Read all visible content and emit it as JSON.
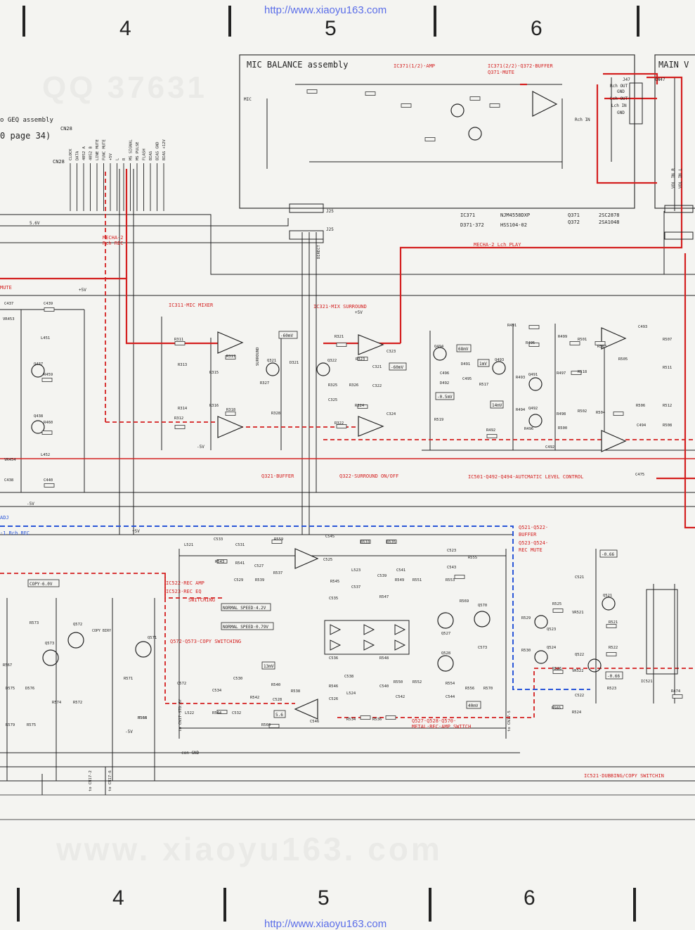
{
  "watermarks": {
    "top_url": "http://www.xiaoyu163.com",
    "bottom_url": "http://www.xiaoyu163.com",
    "bg_top": "QQ 37631",
    "bg_bottom": "www. xiaoyu163. com"
  },
  "grid": {
    "top": [
      "4",
      "5",
      "6"
    ],
    "bottom": [
      "4",
      "5",
      "6"
    ]
  },
  "blocks": {
    "mic_balance_title": "MIC BALANCE assembly",
    "main_title": "MAIN V",
    "geq_assembly": "o GEQ assembly",
    "geq_page": "0 page 34)",
    "cn28": "CN28"
  },
  "cn28_pins": [
    "CLOCK",
    "DATA",
    "4052 A",
    "4052 B",
    "LINE MUTE",
    "FUNC MUTE",
    "+5V",
    "L",
    "R",
    "MS SIGNAL",
    "MS PULSE",
    "FLASH",
    "BIAS",
    "BIAS GND",
    "BIAS +12V"
  ],
  "red_labels": {
    "ic371_amp": "IC371(1/2)·AMP",
    "ic371_buffer": "IC371(2/2)·Q372·BUFFER",
    "q371_mute": "Q371·MUTE",
    "mecha2_rch": "MECHA-2",
    "rch_rec": "Rch REC",
    "mecha2_lch": "MECHA-2 Lch PLAY",
    "mute": "MUTE",
    "ic311": "IC311·MIC MIXER",
    "ic321": "IC321·MIX SURROUND",
    "q321": "Q321·BUFFER",
    "q322": "Q322·SURROUND ON/OFF",
    "ic501": "IC501·Q492-Q494·AUTCMATIC LEVEL CONTROL",
    "q521": "Q521·Q522·",
    "buffer": "BUFFER",
    "q523": "Q523·Q524·",
    "rec_mute": "REC MUTE",
    "ic522": "IC522·REC AMP",
    "ic523": "IC523·REC EQ",
    "switching": "SWITCHING",
    "q572": "Q572·Q573·COPY SWITCHING",
    "q527": "Q527·Q528·Q570·",
    "metal": "METAL·REC·AMP SWITCH",
    "ic521": "IC521·DUBBING/COPY SWITCHIN"
  },
  "blue_labels": {
    "adj": "ADJ",
    "rch_rec": "-1 Rch REC"
  },
  "parts": {
    "ic371_part": "IC371",
    "ic371_num": "NJM4558DXP",
    "d371": "D371·372",
    "d371_num": "HSS104-02",
    "q371": "Q371",
    "q371_num": "2SC2878",
    "q372": "Q372",
    "q372_num": "2SA1048"
  },
  "boxes": {
    "v60": "-60mV",
    "v60b": "-60mV",
    "v68": "68mV",
    "v1": "1mV",
    "v05": "-0.5mV",
    "v14": "14mV",
    "v13": "13mV",
    "v40": "40mV",
    "copy6": "COPY·6.0V",
    "normal42": "NORMAL SPEED·4.2V",
    "normal079": "NORMAL SPEED·0.79V",
    "v56": "5.6",
    "v066": "-0.66",
    "v066b": "-0.66"
  },
  "nets": {
    "v56": "5.6V",
    "p5v": "+5V",
    "m5v": "-5V",
    "con_gnd": "con GND",
    "j25": "J25",
    "j47": "J47",
    "cn47": "CN47",
    "rch_out": "Rch OUT",
    "gnd": "GND",
    "lch_out": "Lch OUT",
    "lch_in": "Lch IN",
    "rch_in": "Rch IN",
    "vol_r": "VOL IN R",
    "vol_l": "VOL IN L",
    "mic": "MIC",
    "direct": "DIRECT",
    "surround": "SURROUND"
  },
  "components": {
    "c437": "C437",
    "c439": "C439",
    "r453": "VR453",
    "l451": "L451",
    "q437": "Q437",
    "r459": "R459",
    "q438": "Q438",
    "r460": "R460",
    "vr454": "VR454",
    "l452": "L452",
    "c438": "C438",
    "c440": "C440",
    "r311": "R311",
    "r313": "R313",
    "r315": "R315",
    "r317": "R317",
    "r314": "R314",
    "r312": "R312",
    "r316": "R316",
    "r318": "R318",
    "q321": "Q321",
    "d321": "D321",
    "r327": "R327",
    "r328": "R328",
    "q322": "Q322",
    "r321": "R321",
    "r323": "R323",
    "c321": "C321",
    "c323": "C323",
    "r325": "R325",
    "r326": "R326",
    "c322": "C322",
    "c325": "C325",
    "r324": "R324",
    "r322": "R322",
    "c324": "C324",
    "q494": "Q494",
    "c496": "C496",
    "d491": "D491",
    "c495": "C495",
    "d492": "D492",
    "q493": "Q493",
    "r517": "R517",
    "r519": "R519",
    "r491": "R491",
    "r495": "R495",
    "r499": "R499",
    "r501": "R501",
    "r503": "R503",
    "c493": "C493",
    "r507": "R507",
    "r505": "R505",
    "r511": "R511",
    "r497": "R497",
    "r518": "R518",
    "r493": "R493",
    "q491": "Q491",
    "r492": "R492",
    "r494": "R494",
    "q492": "Q492",
    "r496": "R496",
    "r498": "R498",
    "r500": "R500",
    "r502": "R502",
    "r504": "R504",
    "r506": "R506",
    "r512": "R512",
    "r508": "R508",
    "c494": "C494",
    "c492": "C492",
    "c475": "C475",
    "c533": "C533",
    "l521": "L521",
    "r543": "R543",
    "c531": "C531",
    "r541": "R541",
    "c527": "C527",
    "c529": "C529",
    "r539": "R539",
    "r537": "R537",
    "r559": "R559",
    "c545": "C545",
    "r533": "R533",
    "r535": "R535",
    "c525": "C525",
    "c523": "C523",
    "l523": "L523",
    "c541": "C541",
    "c543": "C543",
    "r555": "R555",
    "r545": "R545",
    "c539": "C539",
    "r549": "R549",
    "r551": "R551",
    "r553": "R553",
    "c537": "C537",
    "c535": "C535",
    "r547": "R547",
    "r569": "R569",
    "q570": "Q570",
    "q527": "Q527",
    "q528": "Q528",
    "c573": "C573",
    "c536": "C536",
    "c538": "C538",
    "r548": "R548",
    "r546": "R546",
    "c526": "C526",
    "l524": "L524",
    "c540": "C540",
    "r550": "R550",
    "r552": "R552",
    "r554": "R554",
    "r556": "R556",
    "c544": "C544",
    "c542": "C542",
    "r570": "R570",
    "r534": "R534",
    "r536": "R536",
    "c546": "C546",
    "c530": "C530",
    "r540": "R540",
    "r538": "R538",
    "c528": "C528",
    "c532": "C532",
    "r544": "R544",
    "c534": "C534",
    "l522": "L522",
    "c572": "C572",
    "r560": "R560",
    "r542": "R542",
    "r573": "R573",
    "q572": "Q572",
    "q573": "Q573",
    "q571": "Q571",
    "r571": "R571",
    "r568": "R568",
    "r574": "R574",
    "r572": "R572",
    "r579": "R579",
    "r575": "R575",
    "d575": "D575",
    "d576": "D576",
    "r567": "R567",
    "r566": "R566",
    "c521": "C521",
    "q521": "Q521",
    "r525": "R525",
    "q523": "Q523",
    "r529": "R529",
    "vr521": "VR521",
    "q524": "Q524",
    "r530": "R530",
    "r526": "R526",
    "vr522": "VR522",
    "q522": "Q522",
    "c522": "C522",
    "r523": "R523",
    "r524": "R524",
    "r565": "R565",
    "r521": "R521",
    "r522": "R522",
    "ic521": "IC521",
    "r474": "R474"
  },
  "connectors": {
    "to_cn17_2": "to CN17-2",
    "to_cn17_6": "to CN17-6",
    "to_cn17_6b": "to CN17-6",
    "to_cn17_5": "to CN17-5",
    "copy_sw": "COPY BIRY",
    "std_by": "to CN17-STD.BY"
  }
}
